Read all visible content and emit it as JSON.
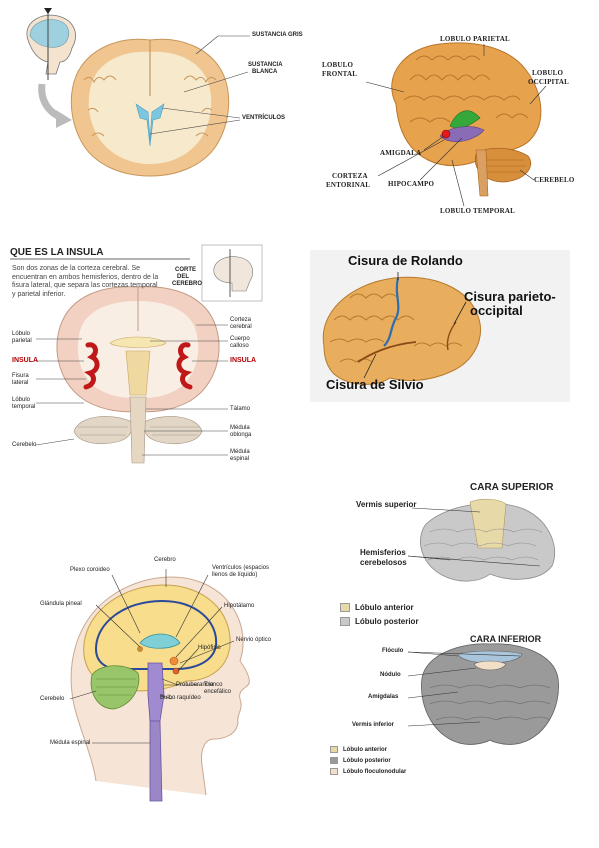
{
  "panel1": {
    "labels": {
      "gris": "SUSTANCIA GRIS",
      "blanca_1": "SUSTANCIA",
      "blanca_2": "BLANCA",
      "ventriculos": "VENTRÍCULOS"
    }
  },
  "panel2": {
    "labels": {
      "frontal_1": "LOBULO",
      "frontal_2": "FRONTAL",
      "parietal": "LOBULO PARIETAL",
      "occipital_1": "LOBULO",
      "occipital_2": "OCCIPITAL",
      "amigdala": "AMIGDALA",
      "corteza_1": "CORTEZA",
      "corteza_2": "ENTORINAL",
      "hipocampo": "HIPOCAMPO",
      "cerebelo": "CEREBELO",
      "temporal": "LOBULO TEMPORAL"
    }
  },
  "panel3": {
    "title": "QUE ES LA INSULA",
    "description": "Son dos zonas de la corteza cerebral. Se encuentran en ambos hemisferios, dentro de la fisura lateral, que separa las cortezas temporal y parietal inferior.",
    "inset_1": "CORTE",
    "inset_2": "DEL",
    "inset_3": "CEREBRO",
    "labels": {
      "lobulo_parietal_1": "Lóbulo",
      "lobulo_parietal_2": "parietal",
      "insula_left": "INSULA",
      "fisura_1": "Fisura",
      "fisura_2": "lateral",
      "lobulo_temporal_1": "Lóbulo",
      "lobulo_temporal_2": "temporal",
      "cerebelo": "Cerebelo",
      "corteza_1": "Corteza",
      "corteza_2": "cerebral",
      "cuerpo_1": "Cuerpo",
      "cuerpo_2": "calloso",
      "insula_right": "INSULA",
      "talamo": "Tálamo",
      "medula_obl_1": "Médula",
      "medula_obl_2": "oblonga",
      "medula_esp_1": "Médula",
      "medula_esp_2": "espinal"
    }
  },
  "panel4": {
    "labels": {
      "rolando": "Cisura de Rolando",
      "parieto_1": "Cisura parieto-",
      "parieto_2": "occipital",
      "silvio": "Cisura de Silvio"
    }
  },
  "panel5": {
    "labels": {
      "cerebro": "Cerebro",
      "plexo": "Plexo coroideo",
      "ventriculos_1": "Ventrículos (espacios",
      "ventriculos_2": "llenos de líquido)",
      "glandula": "Glándula pineal",
      "hipotalamo": "Hipotálamo",
      "nervio": "Nervio óptico",
      "hipofisis": "Hipófisis",
      "protuberancia": "Protuberancia",
      "tronco_1": "Tronco",
      "tronco_2": "encefálico",
      "bulbo": "Bulbo raquídeo",
      "cerebelo": "Cerebelo",
      "medula": "Médula espinal"
    }
  },
  "panel6": {
    "cara_superior": "CARA SUPERIOR",
    "vermis_superior": "Vermis superior",
    "hemisferios_1": "Hemisferios",
    "hemisferios_2": "cerebelosos",
    "legend_top": [
      {
        "label": "Lóbulo anterior",
        "color": "#e8d9a8"
      },
      {
        "label": "Lóbulo posterior",
        "color": "#c9c9c9"
      }
    ],
    "cara_inferior": "CARA INFERIOR",
    "floculo": "Flóculo",
    "nodulo": "Nódulo",
    "amigdalas": "Amígdalas",
    "vermis_inferior": "Vermis inferior",
    "legend_bottom": [
      {
        "label": "Lóbulo anterior",
        "color": "#e8d9a8"
      },
      {
        "label": "Lóbulo posterior",
        "color": "#9a9a9a"
      },
      {
        "label": "Lóbulo floculonodular",
        "color": "#f1dfc8"
      }
    ]
  }
}
